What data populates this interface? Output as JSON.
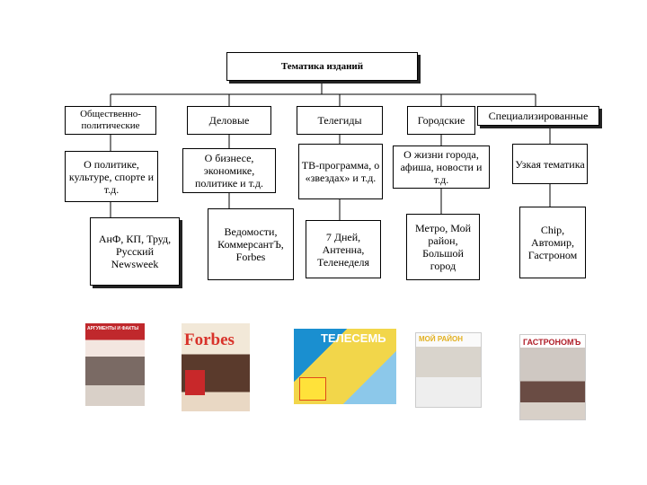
{
  "root": "Тематика изданий",
  "categories": [
    {
      "name": "Общественно-политические",
      "theme": "О политике, культуре, спорте и т.д.",
      "examples": "АнФ, КП, Труд, Русский Newsweek"
    },
    {
      "name": "Деловые",
      "theme": "О бизнесе, экономике, политике и т.д.",
      "examples": "Ведомости, КоммерсантЪ, Forbes"
    },
    {
      "name": "Телегиды",
      "theme": "ТВ-программа, о «звездах» и т.д.",
      "examples": "7 Дней, Антенна, Теленеделя"
    },
    {
      "name": "Городские",
      "theme": "О жизни города, афиша, новости и т.д.",
      "examples": "Метро, Мой район, Большой город"
    },
    {
      "name": "Специализированные",
      "theme": "Узкая тематика",
      "examples": "Chip, Автомир, Гастроном"
    }
  ],
  "covers": [
    {
      "label": "АРГУМЕНТЫ И ФАКТЫ",
      "color": "#c0282c"
    },
    {
      "label": "Forbes",
      "color": "#d8322a"
    },
    {
      "label": "ТЕЛЕСЕМЬ",
      "color": "#1a8fd0"
    },
    {
      "label": "МОЙ РАЙОН",
      "color": "#e2b020"
    },
    {
      "label": "ГАСТРОНОМЪ",
      "color": "#b01e28"
    }
  ]
}
